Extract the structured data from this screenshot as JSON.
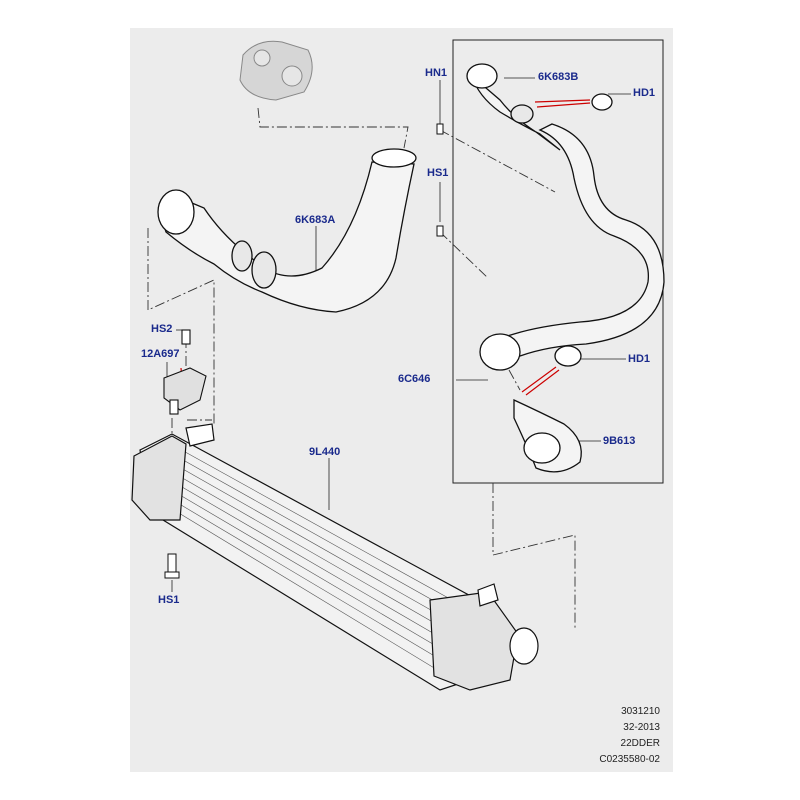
{
  "diagram": {
    "callouts": {
      "hn1": "HN1",
      "p6k683b": "6K683B",
      "hd1_top": "HD1",
      "hs1_top": "HS1",
      "p6k683a": "6K683A",
      "hs2": "HS2",
      "p12a697": "12A697",
      "p6c646": "6C646",
      "hd1_mid": "HD1",
      "p9b613": "9B613",
      "p9l440": "9L440",
      "hs1_bottom": "HS1"
    },
    "reference_block": {
      "line1": "3031210",
      "line2": "32-2013",
      "line3": "22DDER",
      "line4": "C0235580-02"
    },
    "colors": {
      "panel_bg": "#ececec",
      "callout_text": "#1a2a8c",
      "leader_red": "#cc0000",
      "line_dark": "#222222"
    }
  }
}
